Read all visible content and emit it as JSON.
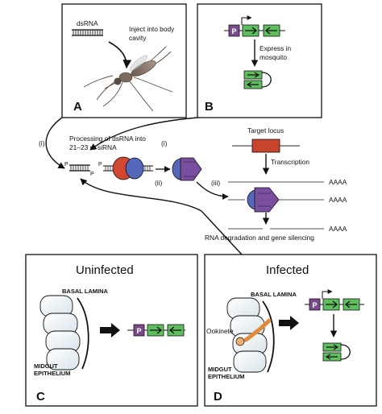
{
  "panels": {
    "a": {
      "letter": "A",
      "dsrna_label": "dsRNA",
      "inject_line1": "Inject into body",
      "inject_line2": "cavity"
    },
    "b": {
      "letter": "B",
      "promoter": "P",
      "express_line1": "Express in",
      "express_line2": "mosquito"
    },
    "c": {
      "letter": "C",
      "title": "Uninfected",
      "basal_lamina": "BASAL LAMINA",
      "midgut_line1": "MIDGUT",
      "midgut_line2": "EPITHELIUM",
      "promoter": "P"
    },
    "d": {
      "letter": "D",
      "title": "Infected",
      "basal_lamina": "BASAL LAMINA",
      "midgut_line1": "MIDGUT",
      "midgut_line2": "EPITHELIUM",
      "ookinete": "Ookinete",
      "promoter": "P"
    }
  },
  "pathway": {
    "step_i_left": "(i)",
    "step_i_right": "(i)",
    "step_ii": "(ii)",
    "step_iii": "(iii)",
    "processing_line1": "Processing of dsRNA into",
    "processing_line2": "21–23 nt siRNA",
    "siRNA_end_p1": "P",
    "siRNA_end_p2": "P",
    "target_locus": "Target locus",
    "transcription": "Transcription",
    "polya_1": "AAAA",
    "polya_2": "AAAA",
    "polya_3": "AAAA",
    "degradation": "RNA degradation and gene silencing"
  },
  "colors": {
    "promoter": "#7a4a8c",
    "gene_box": "#5fbf5f",
    "target_locus": "#c8442c",
    "dicer_red": "#d2472f",
    "dicer_blue": "#5567b8",
    "risc_purple": "#7b4fa0"
  }
}
